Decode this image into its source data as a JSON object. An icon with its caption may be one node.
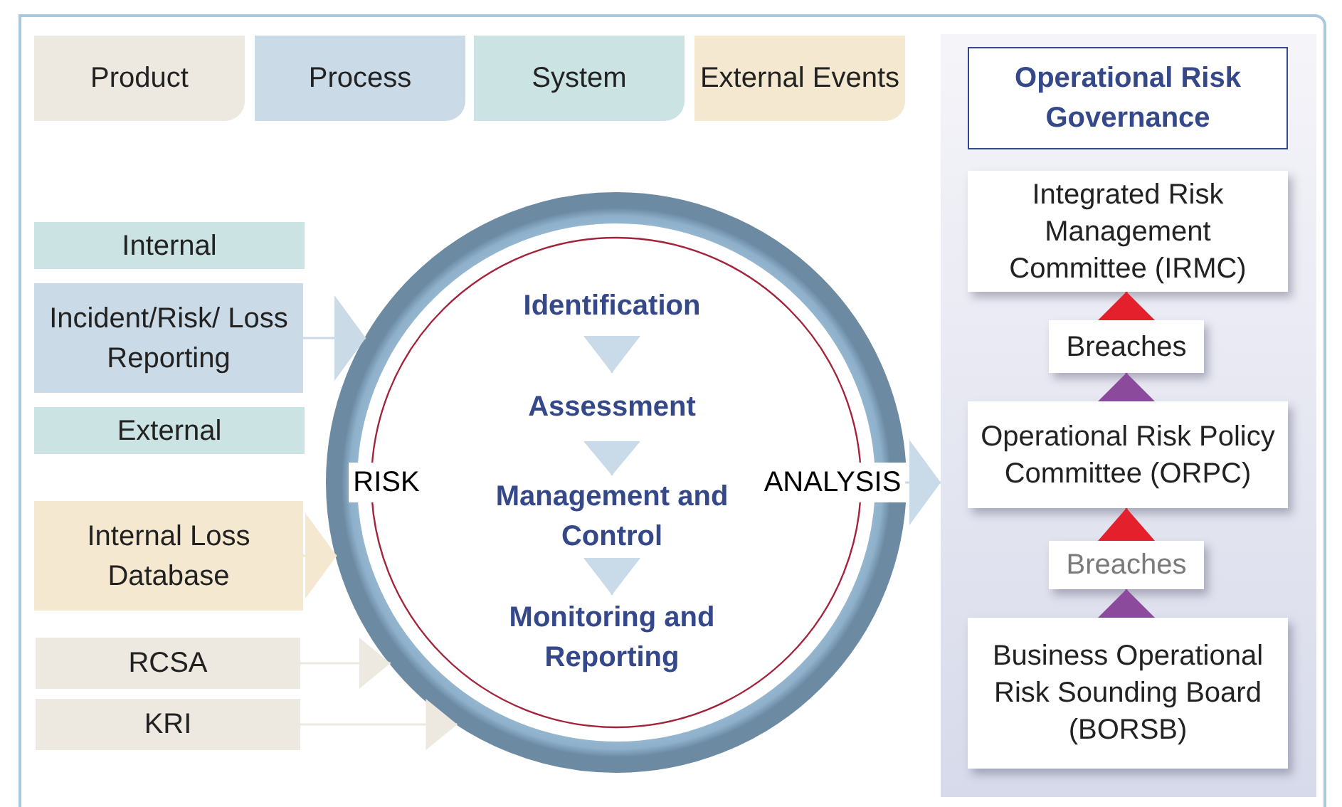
{
  "diagram": {
    "nodes": [
      {
        "text": [
          "Product"
        ]
      },
      {
        "text": [
          "Process"
        ]
      },
      {
        "text": [
          "System"
        ]
      },
      {
        "text": [
          "External Events"
        ]
      },
      {
        "text": [
          "Internal"
        ]
      },
      {
        "text": [
          "Incident/Risk/ Loss Reporting"
        ]
      },
      {
        "text": [
          "External"
        ]
      },
      {
        "text": [
          "Internal Loss Database"
        ]
      },
      {
        "text": [
          "RCSA"
        ]
      },
      {
        "text": [
          "KRI"
        ]
      },
      {
        "text": [
          "RISK",
          "ANALYSIS"
        ]
      },
      {
        "text": [
          "Identification"
        ],
        "in": 10
      },
      {
        "text": [
          "Assessment"
        ],
        "in": 10
      },
      {
        "text": [
          "Management and Control"
        ],
        "in": 10
      },
      {
        "text": [
          "Monitoring and Reporting"
        ],
        "in": 10
      },
      {
        "text": [],
        "shape": "box"
      },
      {
        "text": [
          "Operational Risk Governance"
        ],
        "in": 15
      },
      {
        "text": [
          "Integrated Risk Management Committee (IRMC)"
        ],
        "in": 15
      },
      {
        "text": [
          "Breaches"
        ],
        "in": 15
      },
      {
        "text": [
          "Operational Risk Policy Committee (ORPC)"
        ],
        "in": 15
      },
      {
        "text": [
          "Breaches"
        ],
        "in": 15
      },
      {
        "text": [
          "Business Operational Risk Sounding Board (BORSB)"
        ],
        "in": 15
      }
    ],
    "edges": [
      {
        "from": 5,
        "to": 10,
        "arrow": "to"
      },
      {
        "from": 7,
        "to": 10,
        "arrow": "to"
      },
      {
        "from": 8,
        "to": 10,
        "arrow": "to"
      },
      {
        "from": 9,
        "to": 10,
        "arrow": "to"
      },
      {
        "from": 11,
        "to": 12,
        "arrow": "to"
      },
      {
        "from": 12,
        "to": 13,
        "arrow": "to"
      },
      {
        "from": 13,
        "to": 14,
        "arrow": "to"
      },
      {
        "from": 10,
        "to": 15,
        "arrow": "to"
      },
      {
        "from": 21,
        "to": 20,
        "arrow": "to",
        "color": "#8c4a9c"
      },
      {
        "from": 20,
        "to": 19,
        "arrow": "to",
        "color": "#e3202b"
      },
      {
        "from": 19,
        "to": 18,
        "arrow": "to",
        "color": "#8c4a9c"
      },
      {
        "from": 18,
        "to": 17,
        "arrow": "to",
        "color": "#e3202b"
      }
    ]
  }
}
